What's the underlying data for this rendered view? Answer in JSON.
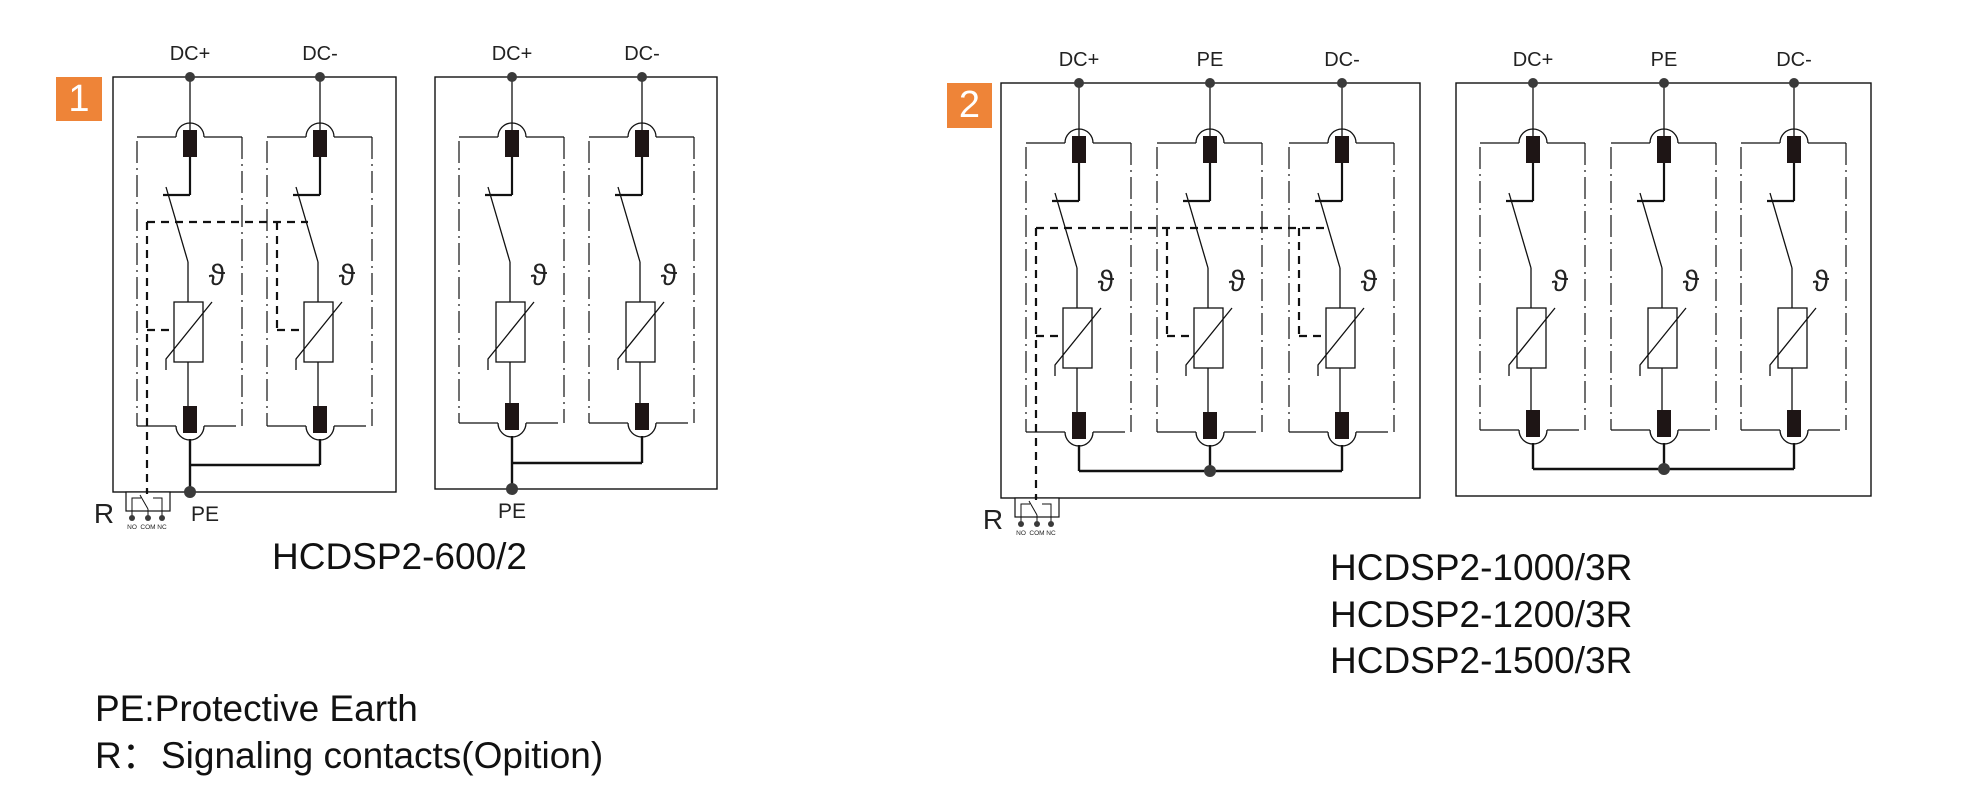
{
  "colors": {
    "badge": "#EE8438",
    "line": "#111111",
    "dot": "#3a3a3a",
    "block": "#1e1515"
  },
  "panels": [
    {
      "badge": "1",
      "models": [
        "HCDSP2-600/2"
      ],
      "devices": [
        {
          "terminals_top": [
            "DC+",
            "DC-"
          ],
          "pe_label": "PE",
          "pe_position": "bottom",
          "remote_signal": true,
          "relay": {
            "label": "R",
            "contacts": [
              "NO",
              "COM",
              "NC"
            ]
          }
        },
        {
          "terminals_top": [
            "DC+",
            "DC-"
          ],
          "pe_label": "PE",
          "pe_position": "bottom",
          "remote_signal": false
        }
      ]
    },
    {
      "badge": "2",
      "models": [
        "HCDSP2-1000/3R",
        "HCDSP2-1200/3R",
        "HCDSP2-1500/3R"
      ],
      "devices": [
        {
          "terminals_top": [
            "DC+",
            "PE",
            "DC-"
          ],
          "remote_signal": true,
          "relay": {
            "label": "R",
            "contacts": [
              "NO",
              "COM",
              "NC"
            ]
          }
        },
        {
          "terminals_top": [
            "DC+",
            "PE",
            "DC-"
          ],
          "remote_signal": false
        }
      ]
    }
  ],
  "component_symbols": {
    "thermal": "ϑ"
  },
  "legend": [
    {
      "key": "PE:",
      "text": "Protective Earth"
    },
    {
      "key": "R：",
      "text": "Signaling contacts(Opition)"
    }
  ]
}
